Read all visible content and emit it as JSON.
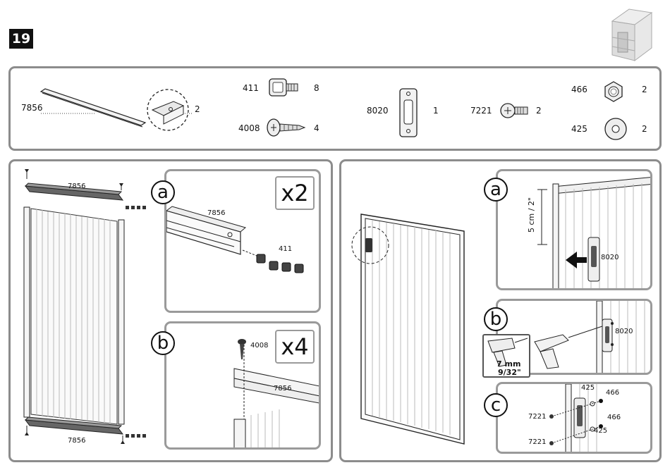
{
  "step_number": "19",
  "parts": [
    {
      "code": "7856",
      "qty": "2"
    },
    {
      "code": "411",
      "qty": "8"
    },
    {
      "code": "4008",
      "qty": "4"
    },
    {
      "code": "8020",
      "qty": "1"
    },
    {
      "code": "7221",
      "qty": "2"
    },
    {
      "code": "466",
      "qty": "2"
    },
    {
      "code": "425",
      "qty": "2"
    }
  ],
  "left_panel": {
    "top_rail_label": "7856",
    "bottom_rail_label": "7856",
    "detail_a": {
      "letter": "a",
      "multiplier": "x2",
      "rail_label": "7856",
      "bolt_label": "411"
    },
    "detail_b": {
      "letter": "b",
      "multiplier": "x4",
      "screw_label": "4008",
      "rail_label": "7856"
    }
  },
  "right_panel": {
    "detail_a": {
      "letter": "a",
      "dimension": "5 cm / 2\"",
      "latch_label": "8020"
    },
    "detail_b": {
      "letter": "b",
      "latch_label": "8020",
      "drill_size_mm": "7 mm",
      "drill_size_in": "9/32\""
    },
    "detail_c": {
      "letter": "c",
      "bolt_label_1": "7221",
      "bolt_label_2": "7221",
      "nut_label_1": "466",
      "nut_label_2": "466",
      "washer_label_1": "425",
      "washer_label_2": "425"
    }
  }
}
